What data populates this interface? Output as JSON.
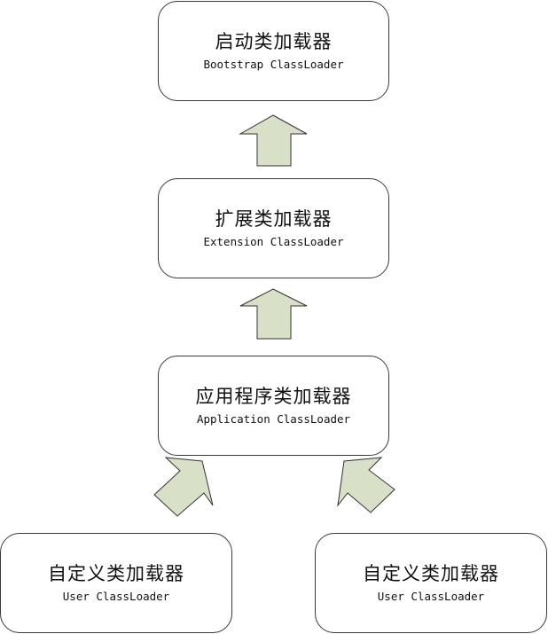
{
  "nodes": {
    "bootstrap": {
      "cn": "启动类加载器",
      "en": "Bootstrap ClassLoader"
    },
    "extension": {
      "cn": "扩展类加载器",
      "en": "Extension ClassLoader"
    },
    "application": {
      "cn": "应用程序类加载器",
      "en": "Application ClassLoader"
    },
    "user_left": {
      "cn": "自定义类加载器",
      "en": "User ClassLoader"
    },
    "user_right": {
      "cn": "自定义类加载器",
      "en": "User ClassLoader"
    }
  },
  "colors": {
    "arrow_fill": "#d8e0c8",
    "border": "#3a3a3a"
  }
}
